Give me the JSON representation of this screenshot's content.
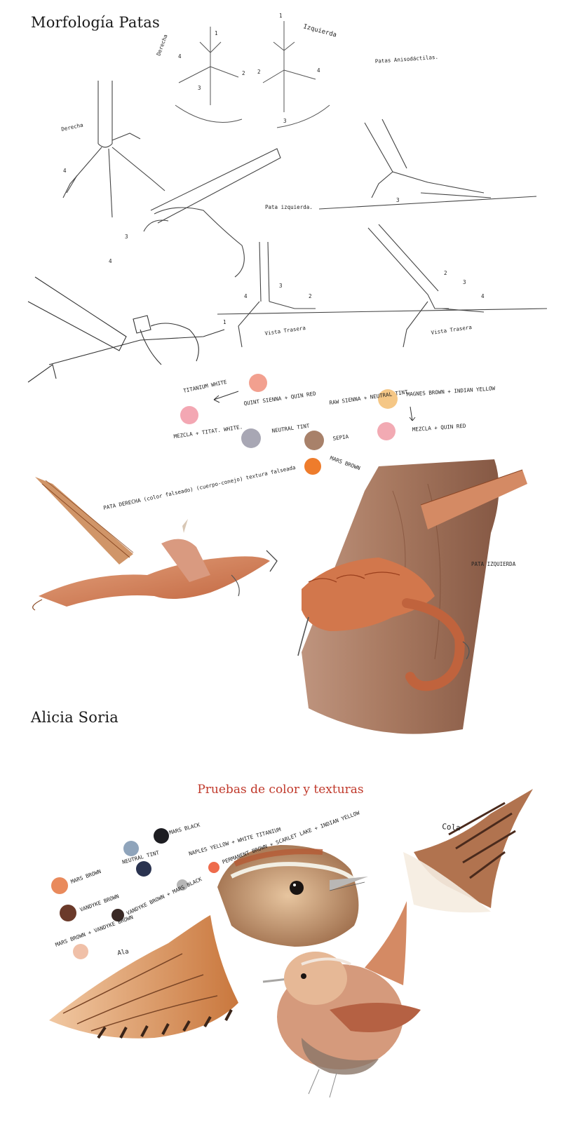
{
  "page": {
    "title": "Morfología Patas",
    "artist": "Alicia Soria",
    "subtitle": "Pruebas de color y texturas"
  },
  "sketch_notes": {
    "derecha_top": "Derecha",
    "izquierda_top": "Izquierda",
    "anisodactilas": "Patas Anisodáctilas.",
    "derecha_left": "Derecha",
    "pata_izquierda": "Pata izquierda.",
    "vista_trasera_1": "Vista Trasera",
    "vista_trasera_2": "Vista Trasera",
    "d1": "1",
    "d2": "2",
    "d3": "3",
    "d4": "4",
    "i1": "1",
    "i2": "2",
    "i3": "3",
    "i4": "4",
    "l3": "3",
    "l4": "4",
    "m3": "3",
    "m4": "4",
    "b1": "1",
    "b2": "2",
    "b3": "3",
    "b4": "4",
    "r2": "2",
    "r3": "3",
    "r4": "4"
  },
  "palette_1": {
    "titanium_white": "TITANIUM WHITE",
    "quinacridone": "QUINT SIENNA + QUIN RED",
    "mezcla_titanium": "MEZCLA + TITAT. WHITE.",
    "neutral_tint": "NEUTRAL TINT",
    "raw_sienna": "RAW SIENNA + NEUTRAL TINT",
    "sepia": "SEPIA",
    "mars_brown": "MARS BROWN",
    "magnes_brown_yellow": "MAGNES BROWN + INDIAN YELLOW",
    "mezcla_quin_red": "MEZCLA + QUIN RED"
  },
  "paint_notes": {
    "pata_derecha": "PATA DERECHA (color falseado) (cuerpo-conejo) textura falseada",
    "pata_izquierda": "PATA IZQUIERDA"
  },
  "palette_2": {
    "mars_brown": "MARS BROWN",
    "vandyke_brown": "VANDYKE BROWN",
    "mix_brown": "MARS BROWN + VANDYKE BROWN",
    "neutral_tint": "NEUTRAL TINT",
    "mars_black": "MARS BLACK",
    "vandyke_black": "VANDYKE BROWN + MARS BLACK",
    "naples_white": "NAPLES YELLOW + WHITE TITANIUM",
    "scarlet_mix": "PERMANENT BROWN + SCARLET LAKE + INDIAN YELLOW",
    "cola": "Cola",
    "ala": "Ala"
  },
  "swatch_colors": {
    "quin": "#f2a08f",
    "pink": "#f3a7b3",
    "grey": "#a8a7b4",
    "sepia": "#a8816a",
    "orange": "#ee7c2c",
    "yellow": "#f5c786",
    "rose": "#f2aab3",
    "p2_mars": "#e98a5c",
    "p2_vandyke": "#6b3a2a",
    "p2_mix": "#f0c0a8",
    "p2_neutral": "#8fa4bb",
    "p2_black": "#1d1d22",
    "p2_navy": "#2a3350",
    "p2_darkbrown": "#3a2a26",
    "p2_grey": "#b6b6b6",
    "p2_scarlet": "#ee6b4c"
  }
}
